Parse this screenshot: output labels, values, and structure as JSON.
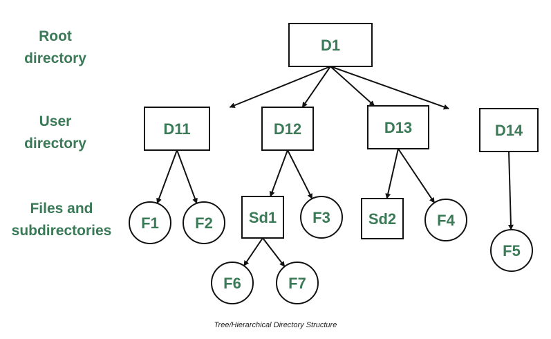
{
  "levels": {
    "root": "Root\ndirectory",
    "user": "User\ndirectory",
    "files": "Files and\nsubdirectories"
  },
  "caption": "Tree/Hierarchical Directory Structure",
  "colors": {
    "label": "#3b7a57",
    "stroke": "#111111"
  },
  "nodes": [
    {
      "id": "D1",
      "label": "D1",
      "shape": "rect"
    },
    {
      "id": "D11",
      "label": "D11",
      "shape": "rect"
    },
    {
      "id": "D12",
      "label": "D12",
      "shape": "rect"
    },
    {
      "id": "D13",
      "label": "D13",
      "shape": "rect"
    },
    {
      "id": "D14",
      "label": "D14",
      "shape": "rect"
    },
    {
      "id": "F1",
      "label": "F1",
      "shape": "circle"
    },
    {
      "id": "F2",
      "label": "F2",
      "shape": "circle"
    },
    {
      "id": "Sd1",
      "label": "Sd1",
      "shape": "rect"
    },
    {
      "id": "F3",
      "label": "F3",
      "shape": "circle"
    },
    {
      "id": "Sd2",
      "label": "Sd2",
      "shape": "rect"
    },
    {
      "id": "F4",
      "label": "F4",
      "shape": "circle"
    },
    {
      "id": "F5",
      "label": "F5",
      "shape": "circle"
    },
    {
      "id": "F6",
      "label": "F6",
      "shape": "circle"
    },
    {
      "id": "F7",
      "label": "F7",
      "shape": "circle"
    }
  ],
  "edges": [
    [
      "D1",
      "D11"
    ],
    [
      "D1",
      "D12"
    ],
    [
      "D1",
      "D13"
    ],
    [
      "D1",
      "D14"
    ],
    [
      "D11",
      "F1"
    ],
    [
      "D11",
      "F2"
    ],
    [
      "D12",
      "Sd1"
    ],
    [
      "D12",
      "F3"
    ],
    [
      "D13",
      "Sd2"
    ],
    [
      "D13",
      "F4"
    ],
    [
      "D14",
      "F5"
    ],
    [
      "Sd1",
      "F6"
    ],
    [
      "Sd1",
      "F7"
    ]
  ]
}
